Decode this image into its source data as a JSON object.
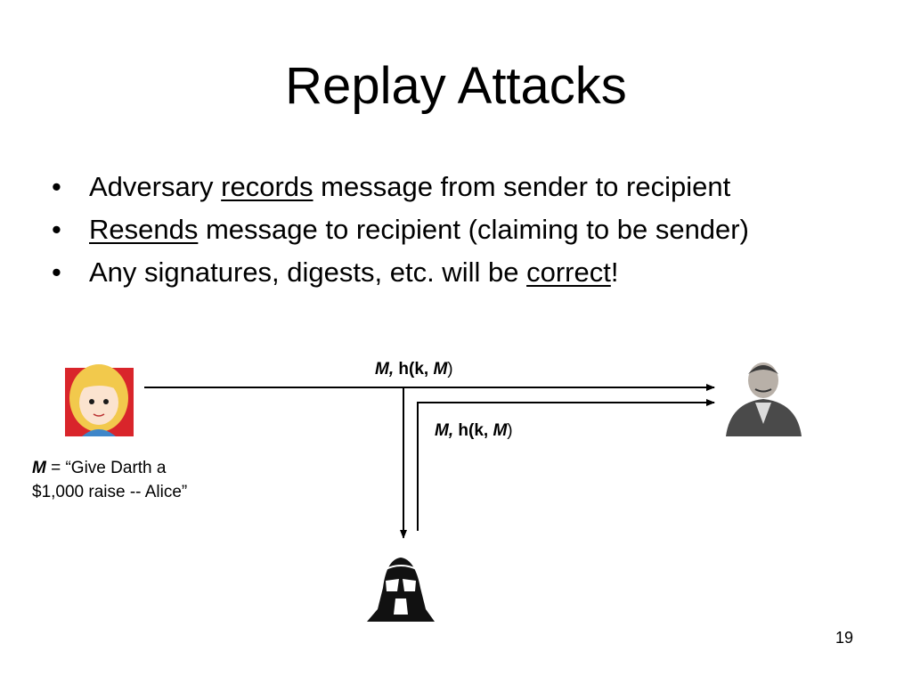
{
  "slide": {
    "title": "Replay Attacks",
    "bullets": [
      {
        "marker": "•",
        "pre": "Adversary ",
        "underlined": "records",
        "post": " message from sender to recipient"
      },
      {
        "marker": "•",
        "pre": "",
        "underlined": "Resends",
        "post": " message to recipient (claiming to be sender)"
      },
      {
        "marker": "•",
        "pre": "Any signatures, digests, etc. will be ",
        "underlined": "correct",
        "post": "!"
      }
    ],
    "page_number": "19"
  },
  "diagram": {
    "label_top": {
      "m": "M,",
      "mid": " h(k, ",
      "m2": "M",
      "close": ")"
    },
    "label_replay": {
      "m": "M,",
      "mid": " h(k, ",
      "m2": "M",
      "close": ")"
    },
    "definition": {
      "var": "M",
      "line1": " = “Give Darth a",
      "line2": "$1,000 raise -- Alice”"
    },
    "figures": [
      "alice-cartoon",
      "recipient-man-photo",
      "darth-vader-helmet"
    ],
    "colors": {
      "alice_background": "#d9252b",
      "alice_hair": "#f2c94c",
      "alice_dress": "#3f86c9"
    }
  }
}
